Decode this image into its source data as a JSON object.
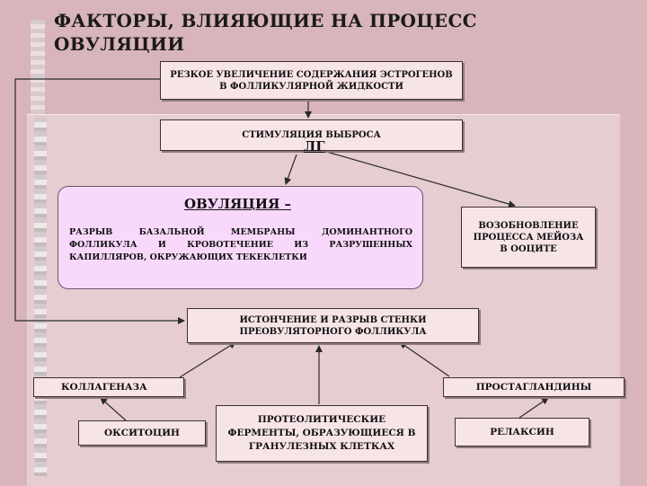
{
  "title": "ФАКТОРЫ, ВЛИЯЮЩИЕ НА ПРОЦЕСС ОВУЛЯЦИИ",
  "nodes": {
    "estrogen": "РЕЗКОЕ УВЕЛИЧЕНИЕ СОДЕРЖАНИЯ ЭСТРОГЕНОВ В ФОЛЛИКУЛЯРНОЙ ЖИДКОСТИ",
    "lh_stim": "СТИМУЛЯЦИЯ ВЫБРОСА",
    "lh": "ЛГ",
    "ovulation_title": "ОВУЛЯЦИЯ –",
    "ovulation_text": "РАЗРЫВ БАЗАЛЬНОЙ МЕМБРАНЫ ДОМИНАНТНОГО ФОЛЛИКУЛА И КРОВОТЕЧЕНИЕ ИЗ РАЗРУШЕННЫХ КАПИЛЛЯРОВ, ОКРУЖАЮЩИХ ТЕКЕКЛЕТКИ",
    "meiosis": "ВОЗОБНОВЛЕНИЕ ПРОЦЕССА МЕЙОЗА В ООЦИТЕ",
    "thinning": "ИСТОНЧЕНИЕ И РАЗРЫВ СТЕНКИ ПРЕОВУЛЯТОРНОГО ФОЛЛИКУЛА",
    "collagenase": "КОЛЛАГЕНАЗА",
    "prostaglandins": "ПРОСТАГЛАНДИНЫ",
    "oxytocin": "ОКСИТОЦИН",
    "proteolytic": "ПРОТЕОЛИТИЧЕСКИЕ ФЕРМЕНТЫ, ОБРАЗУЮЩИЕСЯ В ГРАНУЛЕЗНЫХ КЛЕТКАХ",
    "relaxin": "РЕЛАКСИН"
  }
}
